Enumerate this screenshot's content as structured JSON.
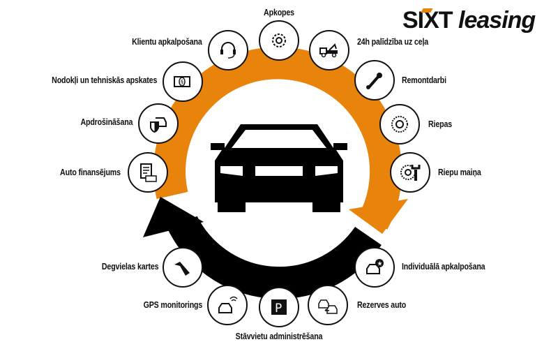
{
  "logo": {
    "brand": "SIXT",
    "product": "leasing",
    "accent": "#e8840c"
  },
  "center": {
    "icon": "car-front-icon"
  },
  "cycle": {
    "upper_color": "#e8840c",
    "lower_color": "#000000"
  },
  "services": {
    "apkopes": {
      "label": "Apkopes",
      "icon": "gear-icon"
    },
    "klientu": {
      "label": "Klientu apkalpošana",
      "icon": "headset-icon"
    },
    "palidziba": {
      "label": "24h palīdzība uz ceļa",
      "icon": "tow-truck-icon"
    },
    "nodokli": {
      "label": "Nodokļi un tehniskās apskates",
      "icon": "banknote-icon"
    },
    "remontdarbi": {
      "label": "Remontdarbi",
      "icon": "wrench-icon"
    },
    "apdrosinasana": {
      "label": "Apdrošināšana",
      "icon": "shield-car-icon"
    },
    "riepas": {
      "label": "Riepas",
      "icon": "tire-icon"
    },
    "finansejums": {
      "label": "Auto finansējums",
      "icon": "contract-icon"
    },
    "riepu_maina": {
      "label": "Riepu maiņa",
      "icon": "tire-wrench-icon"
    },
    "degvielas": {
      "label": "Degvielas kartes",
      "icon": "fuel-nozzle-icon"
    },
    "individuala": {
      "label": "Individuālā apkalpošana",
      "icon": "car-star-icon"
    },
    "gps": {
      "label": "GPS monitorings",
      "icon": "car-signal-icon"
    },
    "rezerves": {
      "label": "Rezerves auto",
      "icon": "car-swap-icon"
    },
    "stavvietu": {
      "label": "Stāvvietu administrēšana",
      "icon": "parking-icon"
    }
  }
}
